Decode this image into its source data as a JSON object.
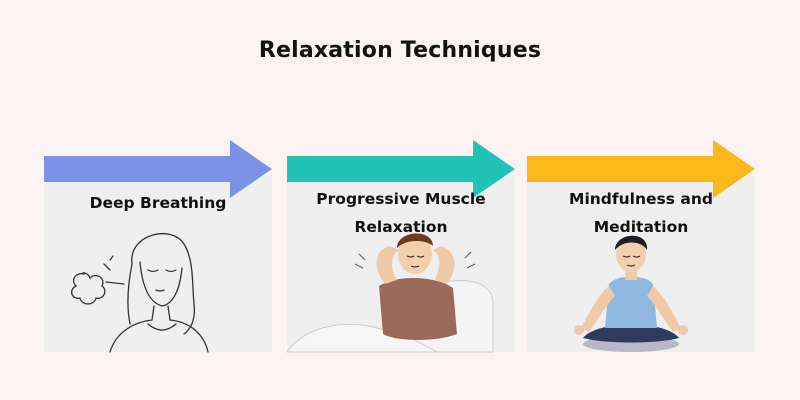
{
  "title": "Relaxation Techniques",
  "techniques": [
    {
      "label": "Deep Breathing",
      "arrow_color": "#7b93e6",
      "icon": "woman-breathing-icon"
    },
    {
      "label_line1": "Progressive Muscle",
      "label_line2": "Relaxation",
      "arrow_color": "#22c3b6",
      "icon": "man-relaxing-icon"
    },
    {
      "label_line1": "Mindfulness and",
      "label_line2": "Meditation",
      "arrow_color": "#fbb81a",
      "icon": "man-meditating-icon"
    }
  ]
}
